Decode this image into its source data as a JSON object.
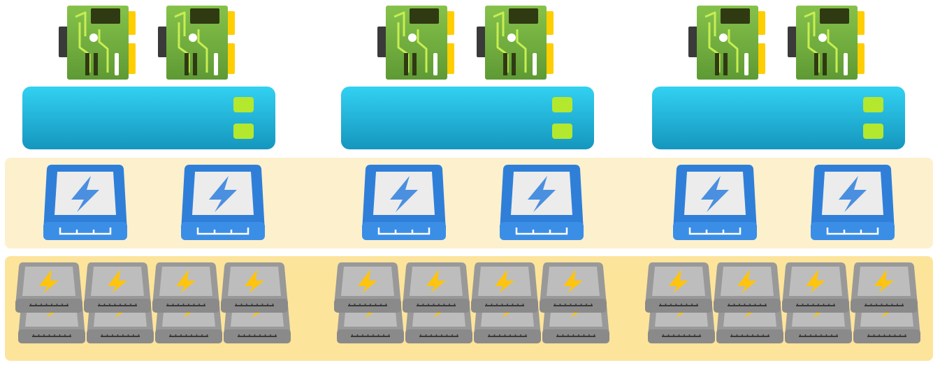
{
  "colors": {
    "cache_band": "#fdf0cd",
    "capacity_band": "#fde49b",
    "server_top": "#32d1f2",
    "server_bottom": "#1596be",
    "server_led": "#b3e82e",
    "board": "#76b043",
    "board_trace": "#c7ee52",
    "board_chip": "#2f3a12",
    "connector": "#3a3a3a",
    "gold_contact": "#ffce00",
    "ssd_frame": "#2f7fd9",
    "ssd_face": "#ececec",
    "ssd_bolt": "#4a8fe0",
    "hdd_body": "#999999",
    "hdd_face": "#bdbdbd",
    "hdd_bolt": "#ffc40d"
  },
  "icons": {
    "adapter": "network-adapter-card-icon",
    "server": "server-icon",
    "cache_drive": "nvme-ssd-icon",
    "capacity_drive": "capacity-drive-icon"
  },
  "nodes": [
    {
      "adapters": 2,
      "cache_drives": 2,
      "capacity_drives": 8
    },
    {
      "adapters": 2,
      "cache_drives": 2,
      "capacity_drives": 8
    },
    {
      "adapters": 2,
      "cache_drives": 2,
      "capacity_drives": 8
    }
  ]
}
